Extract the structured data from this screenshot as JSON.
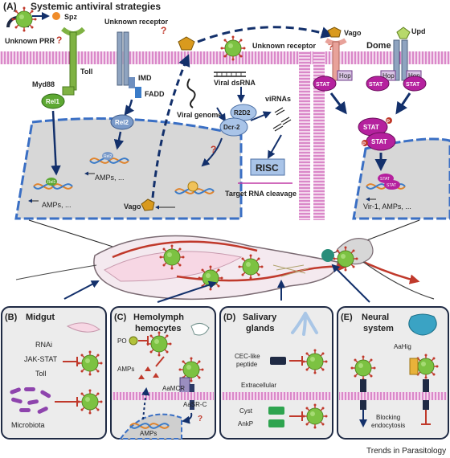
{
  "panel_a": {
    "letter": "(A)",
    "title": "Systemic antiviral strategies",
    "labels": {
      "unknown_prr": "Unknown PRR",
      "spz": "Spz",
      "unknown_receptor_1": "Unknown receptor",
      "toll": "Toll",
      "imd": "IMD",
      "fadd": "FADD",
      "myd88": "Myd88",
      "rel1": "Rel1",
      "rel2": "Rel2",
      "rel1_small": "Rel1",
      "rel2_small": "Rel2",
      "amps_1": "AMPs, ...",
      "amps_2": "AMPs, ...",
      "viral_dsrna": "Viral dsRNA",
      "viral_genome": "Viral genome",
      "r2d2": "R2D2",
      "dcr2": "Dcr-2",
      "virnas": "viRNAs",
      "risc": "RISC",
      "target_rna": "Target RNA cleavage",
      "vago_left": "Vago",
      "unknown_receptor_2": "Unknown receptor",
      "vago_top": "Vago",
      "upd": "Upd",
      "dome": "Dome",
      "hop1": "Hop",
      "hop2": "Hop",
      "hop3": "Hop",
      "stat1": "STAT",
      "stat2": "STAT",
      "stat3": "STAT",
      "stat4": "STAT",
      "stat5": "STAT",
      "stat_small1": "STAT",
      "stat_small2": "STAT",
      "vir1": "Vir-1, AMPs, ...",
      "qmark": "?",
      "p": "P"
    }
  },
  "panel_b": {
    "letter": "(B)",
    "title": "Midgut",
    "items": [
      "RNAi",
      "JAK-STAT",
      "Toll"
    ],
    "microbiota": "Microbiota"
  },
  "panel_c": {
    "letter": "(C)",
    "title_line1": "Hemolymph",
    "title_line2": "hemocytes",
    "po": "PO",
    "amps": "AMPs",
    "aamcr": "AaMCR",
    "aasrc": "AaSR-C",
    "amps_nuc": "AMPs",
    "qmark": "?"
  },
  "panel_d": {
    "letter": "(D)",
    "title_line1": "Salivary",
    "title_line2": "glands",
    "cec_line1": "CEC-like",
    "cec_line2": "peptide",
    "extracellular": "Extracellular",
    "cyst": "Cyst",
    "ankp": "AnkP"
  },
  "panel_e": {
    "letter": "(E)",
    "title_line1": "Neural",
    "title_line2": "system",
    "aahig": "AaHig",
    "blocking_line1": "Blocking",
    "blocking_line2": "endocytosis"
  },
  "footer": {
    "journal": "Trends in Parasitology"
  },
  "colors": {
    "membrane": "#c13aa6",
    "virus": "#7cc242",
    "virus_spike": "#c0392b",
    "nucleus": "#d7d7d7",
    "arrow": "#13306b",
    "inhibit": "#c0392b",
    "stat": "#b5219e",
    "rel": "#5da832"
  }
}
